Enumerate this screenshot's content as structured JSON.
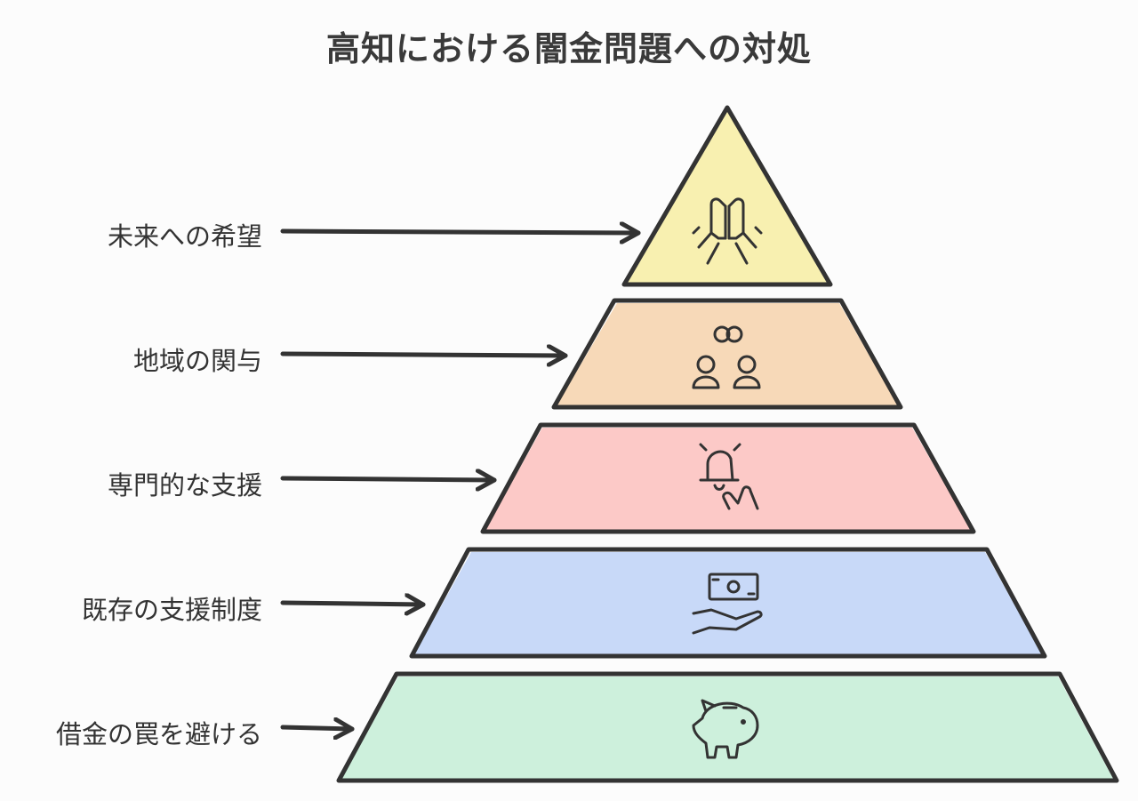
{
  "title": "高知における闇金問題への対処",
  "levels": [
    {
      "label": "未来への希望",
      "icon": "praying-hands-icon",
      "fill": "#f8f0b0"
    },
    {
      "label": "地域の関与",
      "icon": "community-people-icon",
      "fill": "#f7d9b8"
    },
    {
      "label": "専門的な支援",
      "icon": "bell-touch-icon",
      "fill": "#fcc9c7"
    },
    {
      "label": "既存の支援制度",
      "icon": "money-hand-icon",
      "fill": "#c8d9f8"
    },
    {
      "label": "借金の罠を避ける",
      "icon": "piggy-bank-icon",
      "fill": "#cdf0dc"
    }
  ],
  "colors": {
    "outline": "#333333",
    "text": "#333333"
  }
}
